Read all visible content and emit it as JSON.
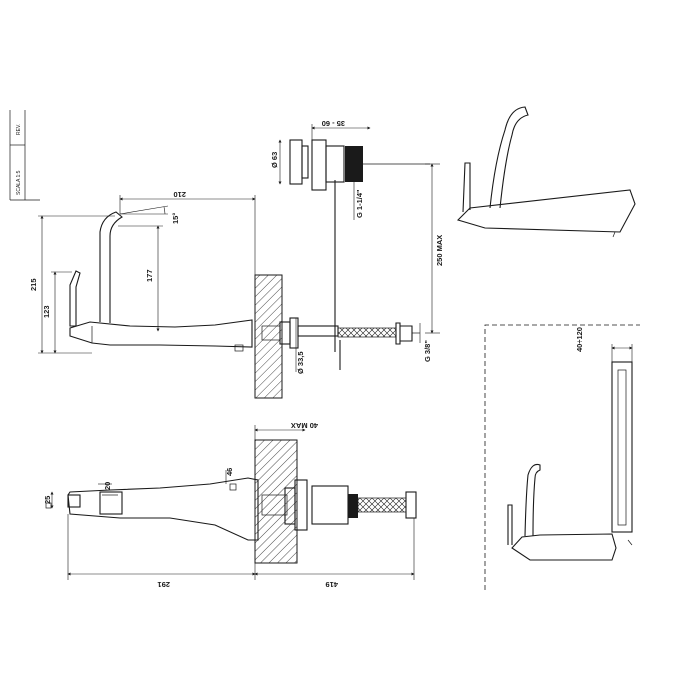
{
  "title_block": {
    "lines": [
      "SCALA 1:5",
      "REV."
    ]
  },
  "front_view": {
    "height_total": "215",
    "height_lever": "123",
    "width_reach": "210",
    "height_spout": "177",
    "angle": "15°"
  },
  "plan_view": {
    "dim_flange": "Ø 63",
    "dim_wall_range": "35 - 60",
    "dim_thread_top": "G 1-1/4\"",
    "dim_max_length": "250 MAX",
    "dim_pipe": "Ø 33,5",
    "dim_thread_bottom": "G 3/8\""
  },
  "top_view": {
    "dim_max_wall": "40 MAX",
    "dim_width_a": "25",
    "dim_width_b": "20",
    "dim_width_c": "46",
    "dim_length_spout": "291",
    "dim_length_body": "419"
  },
  "side_view": {
    "dim_range": "40÷120"
  }
}
